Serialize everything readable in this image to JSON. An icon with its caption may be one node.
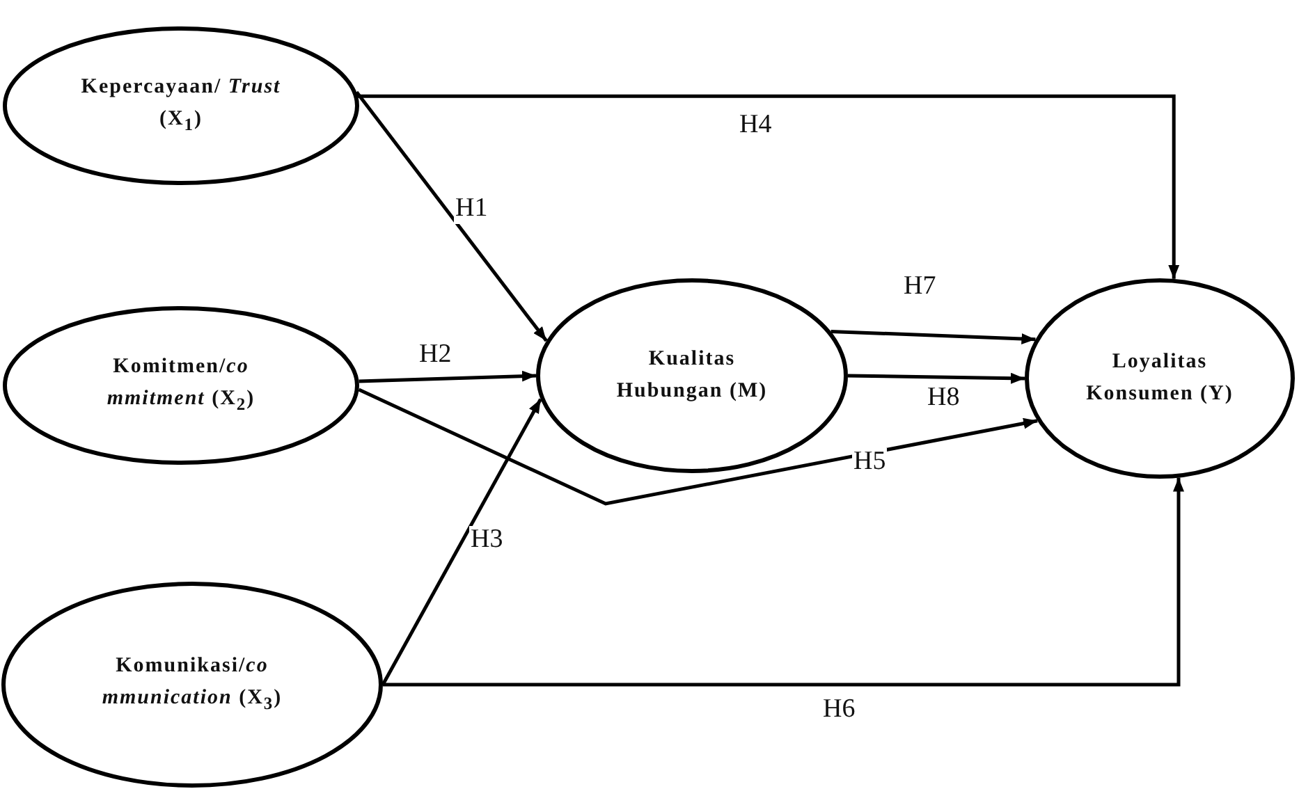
{
  "diagram": {
    "nodes": [
      {
        "text": [
          "Kepercayaan/ *Trust* (X$_{1}$)"
        ]
      },
      {
        "text": [
          "Komitmen/*co mmitment* (X$_{2}$)"
        ]
      },
      {
        "text": [
          "Komunikasi/*co mmunication* (X$_{3}$)"
        ]
      },
      {
        "text": [
          "Kualitas Hubungan (M)"
        ]
      },
      {
        "text": [
          "Loyalitas Konsumen (Y)"
        ]
      }
    ],
    "edges": [
      {
        "from": 0,
        "to": 3,
        "arrow": "to",
        "label": "H1"
      },
      {
        "from": 0,
        "to": 4,
        "arrow": "to",
        "label": "H4"
      },
      {
        "from": 1,
        "to": 3,
        "arrow": "to",
        "label": "H2"
      },
      {
        "from": 1,
        "to": 4,
        "arrow": "to",
        "label": "H5"
      },
      {
        "from": 2,
        "to": 3,
        "arrow": "to",
        "label": "H3"
      },
      {
        "from": 2,
        "to": 4,
        "arrow": "to",
        "label": "H6"
      },
      {
        "from": 3,
        "to": 4,
        "arrow": "to",
        "label": "H7"
      },
      {
        "from": 3,
        "to": 4,
        "arrow": "to",
        "label": "H8"
      }
    ]
  }
}
